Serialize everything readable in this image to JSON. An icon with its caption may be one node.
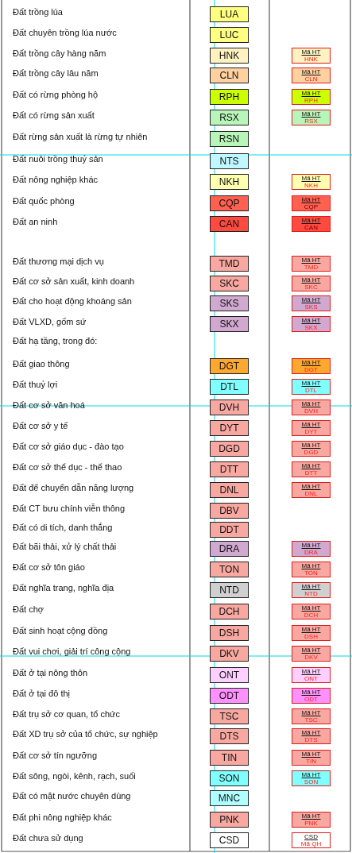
{
  "diagram": {
    "nodes": [
      {
        "text": [
          "LUA"
        ]
      },
      {
        "text": [
          "LUC"
        ]
      },
      {
        "text": [
          "HNK"
        ]
      },
      {
        "text": [
          "Mã HT",
          "HNK"
        ]
      },
      {
        "text": [
          "CLN"
        ]
      },
      {
        "text": [
          "Mã HT",
          "CLN"
        ]
      },
      {
        "text": [
          "RPH"
        ]
      },
      {
        "text": [
          "Mã HT",
          "RPH"
        ]
      },
      {
        "text": [
          "RSX"
        ]
      },
      {
        "text": [
          "Mã HT",
          "RSX"
        ]
      },
      {
        "text": [
          "RSN"
        ]
      },
      {
        "text": [
          "NTS"
        ]
      },
      {
        "text": [
          "NKH"
        ]
      },
      {
        "text": [
          "Mã HT",
          "NKH"
        ]
      },
      {
        "text": [
          "CQP"
        ]
      },
      {
        "text": [
          "Mã HT",
          "CQP"
        ]
      },
      {
        "text": [
          "CAN"
        ]
      },
      {
        "text": [
          "Mã HT",
          "CAN"
        ]
      },
      {
        "text": [
          "TMD"
        ]
      },
      {
        "text": [
          "Mã HT",
          "TMD"
        ]
      },
      {
        "text": [
          "SKC"
        ]
      },
      {
        "text": [
          "Mã HT",
          "SKC"
        ]
      },
      {
        "text": [
          "SKS"
        ]
      },
      {
        "text": [
          "Mã HT",
          "SKS"
        ]
      },
      {
        "text": [
          "SKX"
        ]
      },
      {
        "text": [
          "Mã HT",
          "SKX"
        ]
      },
      {
        "text": [
          "DGT"
        ]
      },
      {
        "text": [
          "Mã HT",
          "DGT"
        ]
      },
      {
        "text": [
          "DTL"
        ]
      },
      {
        "text": [
          "Mã HT",
          "DTL"
        ]
      },
      {
        "text": [
          "DVH"
        ]
      },
      {
        "text": [
          "Mã HT",
          "DVH"
        ]
      },
      {
        "text": [
          "DYT"
        ]
      },
      {
        "text": [
          "Mã HT",
          "DYT"
        ]
      },
      {
        "text": [
          "DGD"
        ]
      },
      {
        "text": [
          "Mã HT",
          "DGD"
        ]
      },
      {
        "text": [
          "DTT"
        ]
      },
      {
        "text": [
          "Mã HT",
          "DTT"
        ]
      },
      {
        "text": [
          "DNL"
        ]
      },
      {
        "text": [
          "Mã HT",
          "DNL"
        ]
      },
      {
        "text": [
          "DBV"
        ]
      },
      {
        "text": [
          "DDT"
        ]
      },
      {
        "text": [
          "DRA"
        ]
      },
      {
        "text": [
          "Mã HT",
          "DRA"
        ]
      },
      {
        "text": [
          "TON"
        ]
      },
      {
        "text": [
          "Mã HT",
          "TON"
        ]
      },
      {
        "text": [
          "NTD"
        ]
      },
      {
        "text": [
          "Mã HT",
          "NTD"
        ]
      },
      {
        "text": [
          "DCH"
        ]
      },
      {
        "text": [
          "Mã HT",
          "DCH"
        ]
      },
      {
        "text": [
          "DSH"
        ]
      },
      {
        "text": [
          "Mã HT",
          "DSH"
        ]
      },
      {
        "text": [
          "DKV"
        ]
      },
      {
        "text": [
          "Mã HT",
          "DKV"
        ]
      },
      {
        "text": [
          "ONT"
        ]
      },
      {
        "text": [
          "Mã HT",
          "ONT"
        ]
      },
      {
        "text": [
          "ODT"
        ]
      },
      {
        "text": [
          "Mã HT",
          "ODT"
        ]
      },
      {
        "text": [
          "TSC"
        ]
      },
      {
        "text": [
          "Mã HT",
          "TSC"
        ]
      },
      {
        "text": [
          "DTS"
        ]
      },
      {
        "text": [
          "Mã HT",
          "DTS"
        ]
      },
      {
        "text": [
          "TIN"
        ]
      },
      {
        "text": [
          "Mã HT",
          "TIN"
        ]
      },
      {
        "text": [
          "SON"
        ]
      },
      {
        "text": [
          "Mã HT",
          "SON"
        ]
      },
      {
        "text": [
          "MNC"
        ]
      },
      {
        "text": [
          "PNK"
        ]
      },
      {
        "text": [
          "Mã HT",
          "PNK"
        ]
      },
      {
        "text": [
          "CSD"
        ]
      },
      {
        "text": [
          "CSD",
          "Mã QH"
        ]
      }
    ],
    "labels": [
      "Đất trồng lúa",
      "Đất chuyên trồng lúa nước",
      "Đất trồng cây hàng năm",
      "Đất trồng cây lâu năm",
      "Đất có rừng phòng hộ",
      "Đất có rừng sản xuất",
      "Đất rừng sản xuất là rừng tự nhiên",
      "Đất nuôi trồng thuỷ sản",
      "Đất nông nghiệp khác",
      "Đất quốc phòng",
      "Đất an ninh",
      "Đất thương mại dịch vụ",
      "Đất cơ sở sản xuất, kinh doanh",
      "Đất cho hoạt động khoáng sản",
      "Đất VLXD, gốm sứ",
      "Đất hạ tầng, trong đó:",
      "Đất giao thông",
      "Đất thuỷ lợi",
      "Đất cơ sở văn hoá",
      "Đất cơ sở y tế",
      "Đất cơ sở giáo dục - đào tạo",
      "Đất cơ sở thể dục - thể thao",
      "Đất để chuyển dẫn năng lượng",
      "Đất CT bưu chính viễn thông",
      "Đất có di tích, danh thắng",
      "Đất bãi thải, xử lý chất thải",
      "Đất cơ sở tôn giáo",
      "Đất nghĩa trang, nghĩa địa",
      "Đất chợ",
      "Đất sinh hoạt cộng đồng",
      "Đất vui chơi, giải trí công cộng",
      "Đất ở tại nông thôn",
      "Đất ở tại đô thị",
      "Đất trụ sở cơ quan, tổ chức",
      "Đất XD trụ sở của tổ chức, sự nghiệp",
      "Đất cơ sở tín ngưỡng",
      "Đất sông, ngòi, kênh, rạch, suối",
      "Đất có mặt nước chuyên dùng",
      "Đất phi nông nghiệp khác",
      "Đất chưa sử dụng"
    ]
  }
}
